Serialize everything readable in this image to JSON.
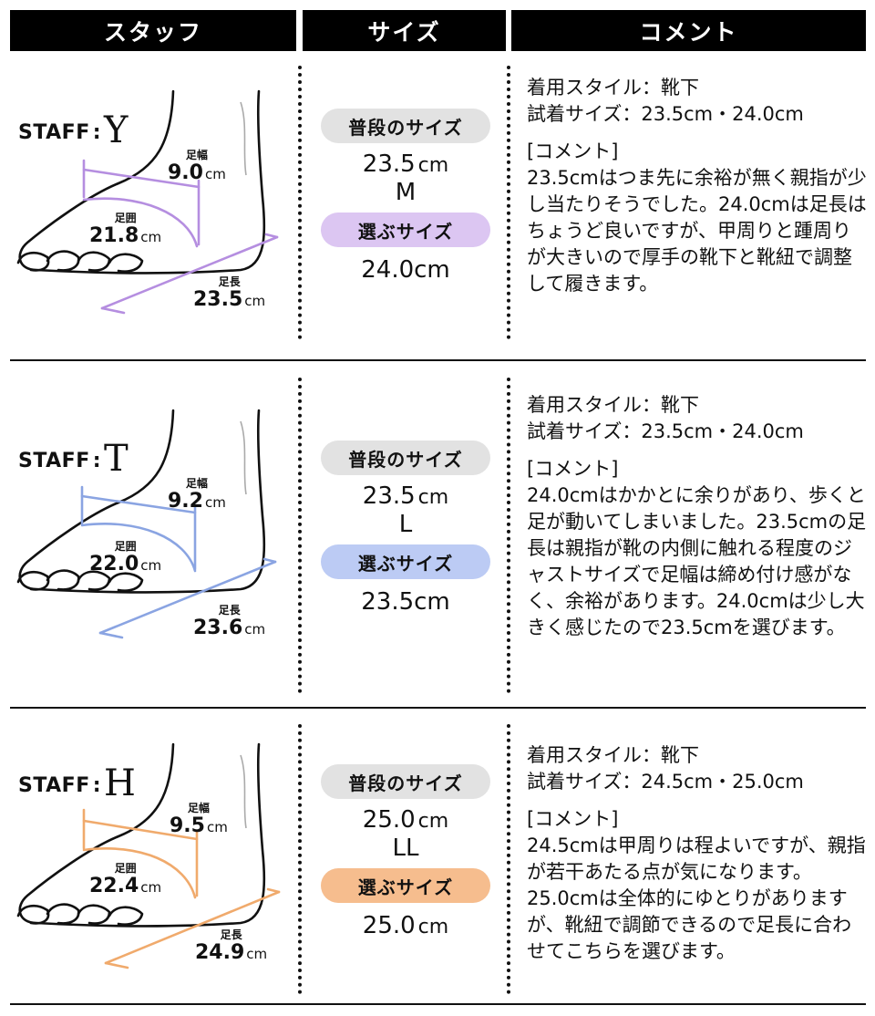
{
  "header": {
    "staff": "スタッフ",
    "size": "サイズ",
    "comment": "コメント"
  },
  "labels": {
    "staff_prefix": "STAFF",
    "colon": ":",
    "width": "足幅",
    "girth": "足囲",
    "length": "足長",
    "unit": "cm",
    "usual_size": "普段のサイズ",
    "chosen_size": "選ぶサイズ",
    "comment_tag": "[コメント]"
  },
  "colors": {
    "staff1": "#b58ee0",
    "staff2": "#8aa4e2",
    "staff3": "#f0aa6c",
    "pill1": "#dcc6f2",
    "pill2": "#bccbf4",
    "pill3": "#f6bd8e"
  },
  "staff": [
    {
      "initial": "Y",
      "width": "9.0",
      "girth": "21.8",
      "length": "23.5",
      "usual_size": "23.5",
      "usual_letter": "M",
      "chosen_size": "24.0cm",
      "style": "着用スタイル：靴下",
      "tried": "試着サイズ：23.5cm・24.0cm",
      "comment": "23.5cmはつま先に余裕が無く親指が少し当たりそうでした。24.0cmは足長はちょうど良いですが、甲周りと踵周りが大きいので厚手の靴下と靴紐で調整して履きます。"
    },
    {
      "initial": "T",
      "width": "9.2",
      "girth": "22.0",
      "length": "23.6",
      "usual_size": "23.5",
      "usual_letter": "L",
      "chosen_size": "23.5cm",
      "style": "着用スタイル：靴下",
      "tried": "試着サイズ：23.5cm・24.0cm",
      "comment": "24.0cmはかかとに余りがあり、歩くと足が動いてしまいました。23.5cmの足長は親指が靴の内側に触れる程度のジャストサイズで足幅は締め付け感がなく、余裕があります。24.0cmは少し大きく感じたので23.5cmを選びます。"
    },
    {
      "initial": "H",
      "width": "9.5",
      "girth": "22.4",
      "length": "24.9",
      "usual_size": "25.0",
      "usual_letter": "LL",
      "chosen_size": "25.0",
      "chosen_unit": "cm",
      "style": "着用スタイル：靴下",
      "tried": "試着サイズ：24.5cm・25.0cm",
      "comment": "24.5cmは甲周りは程よいですが、親指が若干あたる点が気になります。25.0cmは全体的にゆとりがありますが、靴紐で調節できるので足長に合わせてこちらを選びます。"
    }
  ]
}
